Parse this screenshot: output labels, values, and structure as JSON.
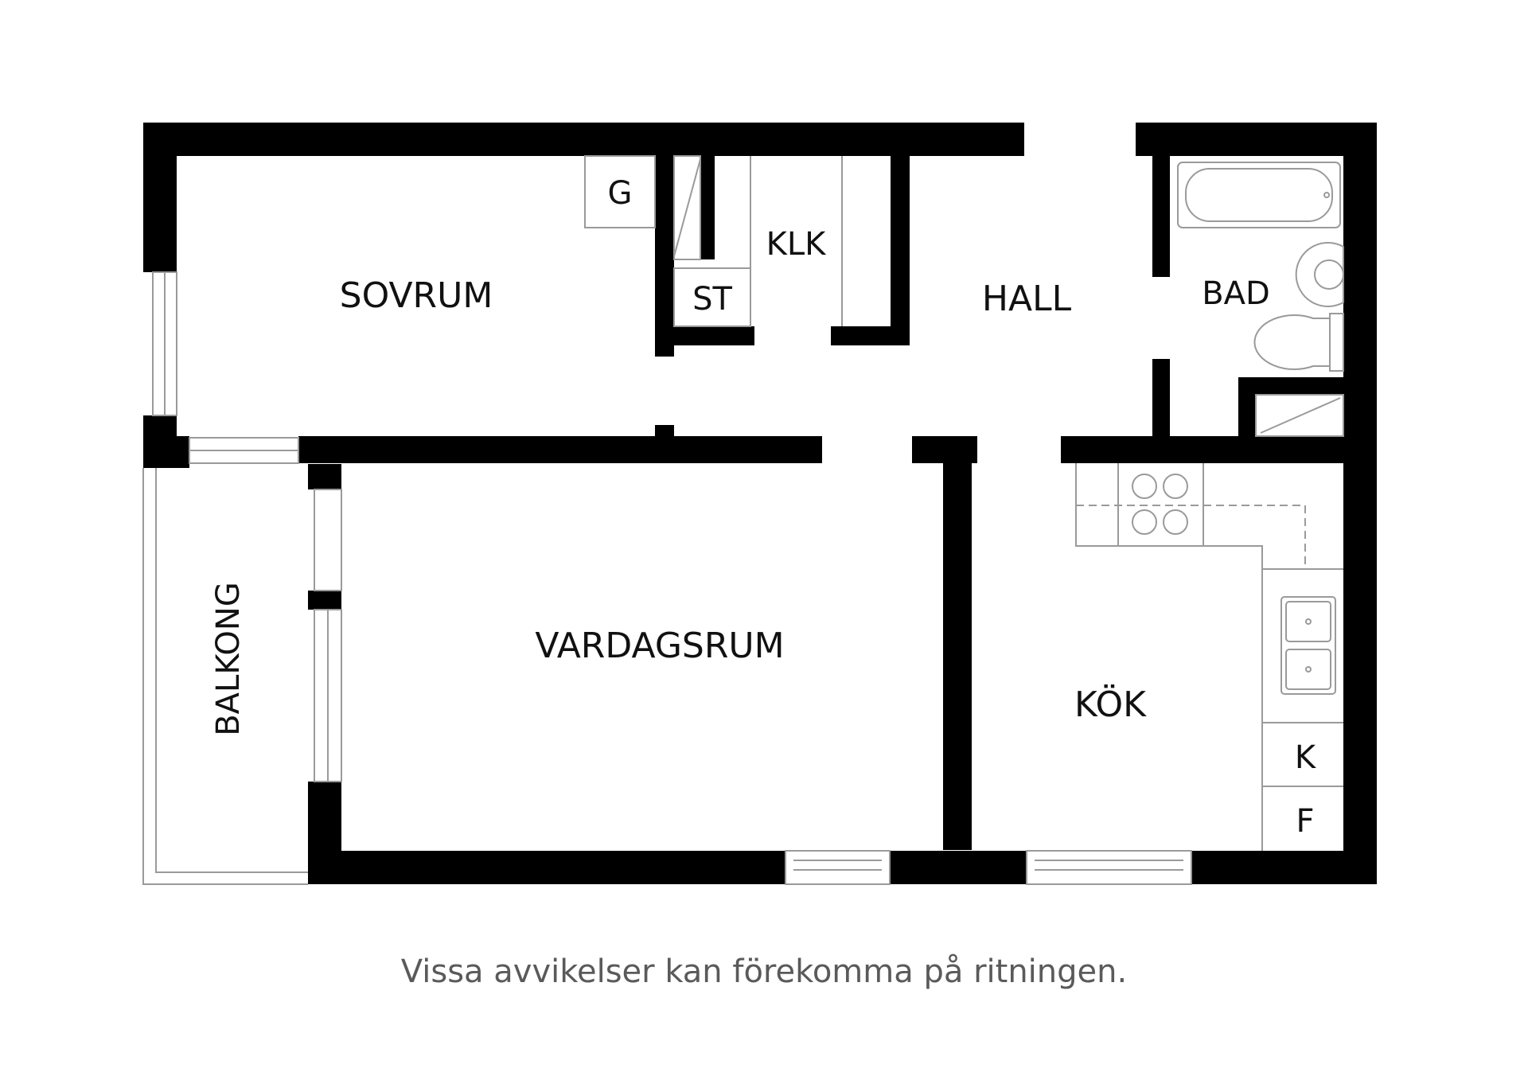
{
  "rooms": {
    "sovrum": "SOVRUM",
    "st": "ST",
    "klk": "KLK",
    "hall": "HALL",
    "bad": "BAD",
    "g": "G",
    "vardagsrum": "VARDAGSRUM",
    "kok": "KÖK",
    "balkong": "BALKONG",
    "k": "K",
    "f": "F"
  },
  "caption": "Vissa avvikelser kan förekomma på ritningen.",
  "colors": {
    "wall": "#000000",
    "fixture": "#9a9a9a",
    "caption": "#5a5a5a"
  }
}
